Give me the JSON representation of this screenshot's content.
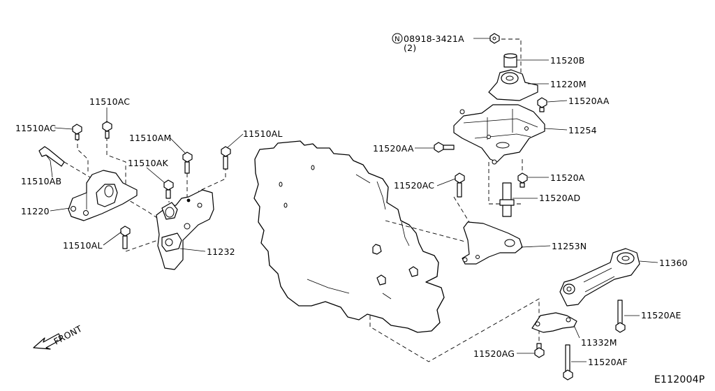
{
  "labels": {
    "nut_spec": "08918-3421A",
    "nut_qty": "(2)",
    "nut_marker": "N",
    "p11520B": "11520B",
    "p11220M": "11220M",
    "p11520AA_top": "11520AA",
    "p11254": "11254",
    "p11520AA_left": "11520AA",
    "p11520A": "11520A",
    "p11520AC": "11520AC",
    "p11520AD": "11520AD",
    "p11253N": "11253N",
    "p11360": "11360",
    "p11520AE": "11520AE",
    "p11332M": "11332M",
    "p11520AG": "11520AG",
    "p11520AF": "11520AF",
    "p11510AC_top": "11510AC",
    "p11510AC_left": "11510AC",
    "p11510AB": "11510AB",
    "p11220": "11220",
    "p11510AM": "11510AM",
    "p11510AK": "11510AK",
    "p11510AL_top": "11510AL",
    "p11510AL_bottom": "11510AL",
    "p11232": "11232",
    "front": "FRONT",
    "diagram_code": "E112004P"
  },
  "icons": {
    "front_arrow": "front-arrow-icon"
  }
}
